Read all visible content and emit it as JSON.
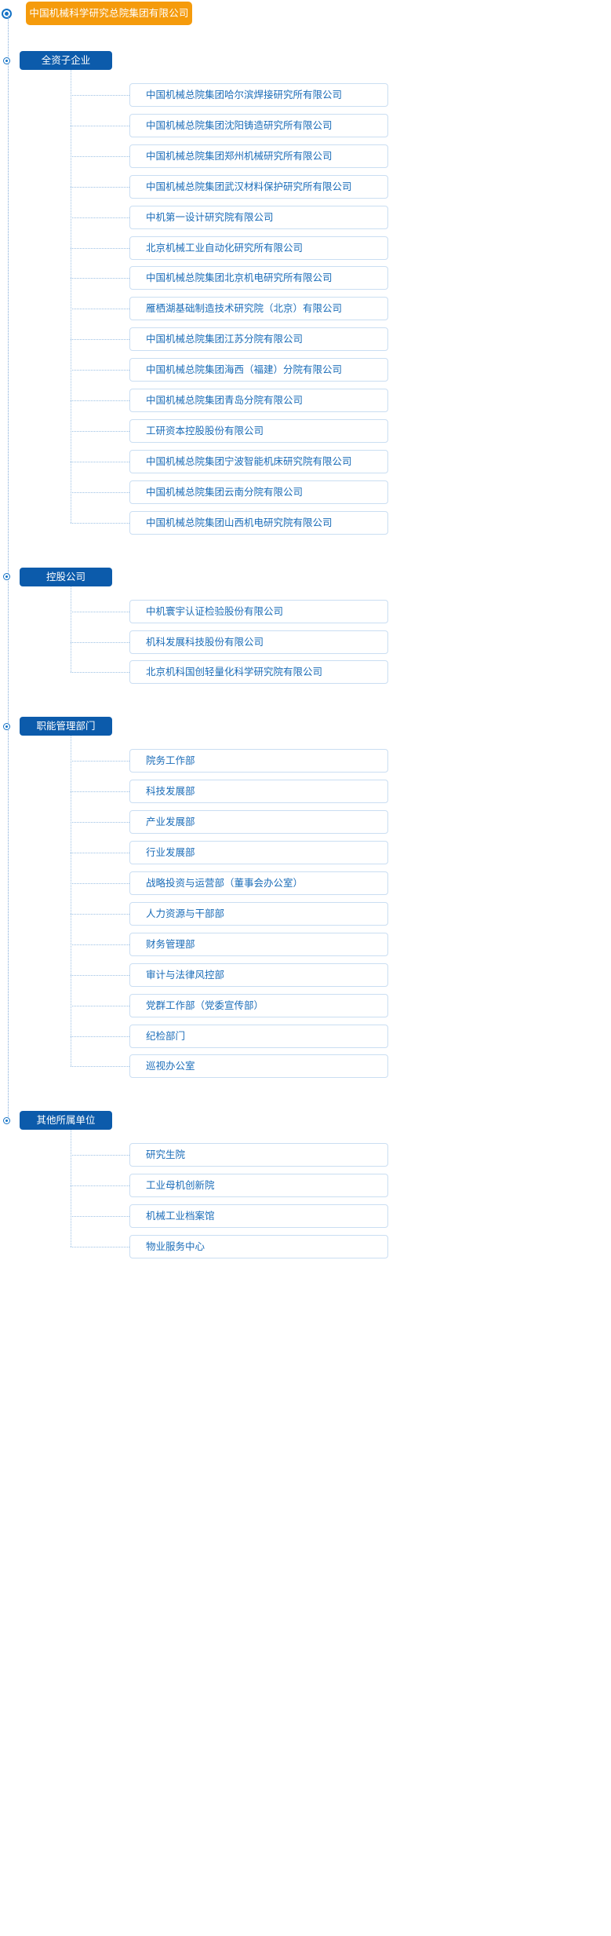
{
  "colors": {
    "root_bg": "#f59b0c",
    "section_bg": "#0c5bab",
    "card_border": "#cadef2",
    "card_text": "#1a6cb8",
    "line": "#9dc1e4",
    "marker": "#1573c6"
  },
  "root": {
    "label": "中国机械科学研究总院集团有限公司",
    "icon": "circle-marker-icon"
  },
  "sections": [
    {
      "label": "全资子企业",
      "icon": "circle-marker-icon",
      "items": [
        {
          "label": "中国机械总院集团哈尔滨焊接研究所有限公司"
        },
        {
          "label": "中国机械总院集团沈阳铸造研究所有限公司"
        },
        {
          "label": "中国机械总院集团郑州机械研究所有限公司"
        },
        {
          "label": "中国机械总院集团武汉材料保护研究所有限公司"
        },
        {
          "label": "中机第一设计研究院有限公司"
        },
        {
          "label": "北京机械工业自动化研究所有限公司"
        },
        {
          "label": "中国机械总院集团北京机电研究所有限公司"
        },
        {
          "label": "雁栖湖基础制造技术研究院（北京）有限公司"
        },
        {
          "label": "中国机械总院集团江苏分院有限公司"
        },
        {
          "label": "中国机械总院集团海西（福建）分院有限公司"
        },
        {
          "label": "中国机械总院集团青岛分院有限公司"
        },
        {
          "label": "工研资本控股股份有限公司"
        },
        {
          "label": "中国机械总院集团宁波智能机床研究院有限公司"
        },
        {
          "label": "中国机械总院集团云南分院有限公司"
        },
        {
          "label": "中国机械总院集团山西机电研究院有限公司"
        }
      ]
    },
    {
      "label": "控股公司",
      "icon": "circle-marker-icon",
      "items": [
        {
          "label": "中机寰宇认证检验股份有限公司"
        },
        {
          "label": "机科发展科技股份有限公司"
        },
        {
          "label": "北京机科国创轻量化科学研究院有限公司"
        }
      ]
    },
    {
      "label": "职能管理部门",
      "icon": "circle-marker-icon",
      "items": [
        {
          "label": "院务工作部"
        },
        {
          "label": "科技发展部"
        },
        {
          "label": "产业发展部"
        },
        {
          "label": "行业发展部"
        },
        {
          "label": "战略投资与运营部（董事会办公室）"
        },
        {
          "label": "人力资源与干部部"
        },
        {
          "label": "财务管理部"
        },
        {
          "label": "审计与法律风控部"
        },
        {
          "label": "党群工作部（党委宣传部）"
        },
        {
          "label": "纪检部门"
        },
        {
          "label": "巡视办公室"
        }
      ]
    },
    {
      "label": "其他所属单位",
      "icon": "circle-marker-icon",
      "items": [
        {
          "label": "研究生院"
        },
        {
          "label": "工业母机创新院"
        },
        {
          "label": "机械工业档案馆"
        },
        {
          "label": "物业服务中心"
        }
      ]
    }
  ]
}
